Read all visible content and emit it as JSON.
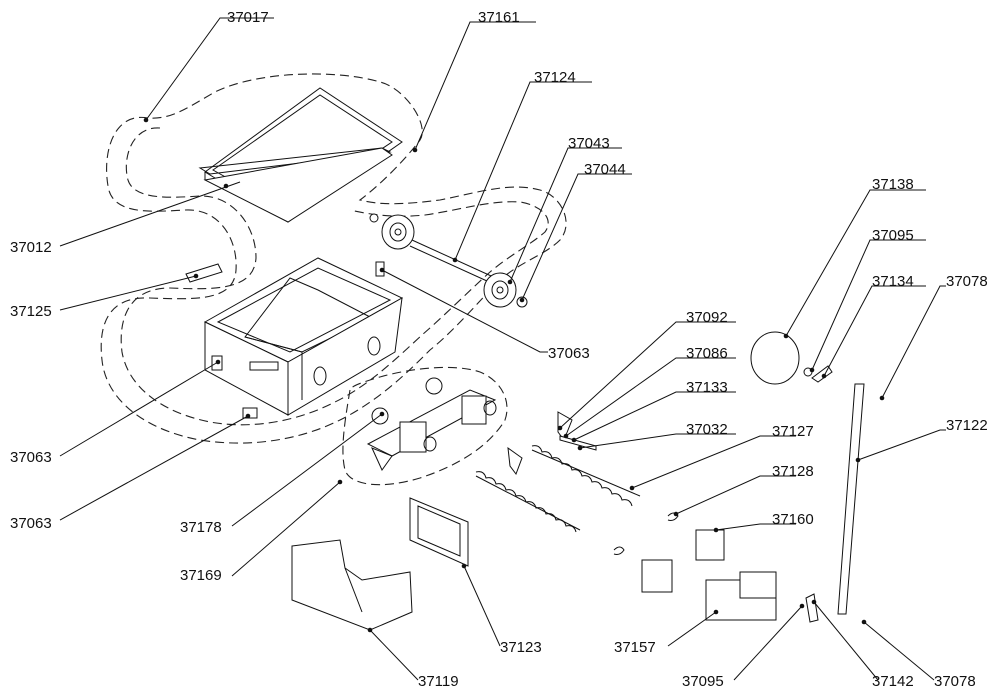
{
  "callouts": [
    {
      "id": "c37017",
      "label": "37017"
    },
    {
      "id": "c37161",
      "label": "37161"
    },
    {
      "id": "c37124",
      "label": "37124"
    },
    {
      "id": "c37043",
      "label": "37043"
    },
    {
      "id": "c37044",
      "label": "37044"
    },
    {
      "id": "c37012",
      "label": "37012"
    },
    {
      "id": "c37125",
      "label": "37125"
    },
    {
      "id": "c37063a",
      "label": "37063"
    },
    {
      "id": "c37063b",
      "label": "37063"
    },
    {
      "id": "c37063c",
      "label": "37063"
    },
    {
      "id": "c37138",
      "label": "37138"
    },
    {
      "id": "c37095a",
      "label": "37095"
    },
    {
      "id": "c37134",
      "label": "37134"
    },
    {
      "id": "c37078a",
      "label": "37078"
    },
    {
      "id": "c37092",
      "label": "37092"
    },
    {
      "id": "c37086",
      "label": "37086"
    },
    {
      "id": "c37133",
      "label": "37133"
    },
    {
      "id": "c37032",
      "label": "37032"
    },
    {
      "id": "c37127",
      "label": "37127"
    },
    {
      "id": "c37122",
      "label": "37122"
    },
    {
      "id": "c37128",
      "label": "37128"
    },
    {
      "id": "c37160",
      "label": "37160"
    },
    {
      "id": "c37178",
      "label": "37178"
    },
    {
      "id": "c37169",
      "label": "37169"
    },
    {
      "id": "c37123",
      "label": "37123"
    },
    {
      "id": "c37157",
      "label": "37157"
    },
    {
      "id": "c37119",
      "label": "37119"
    },
    {
      "id": "c37095b",
      "label": "37095"
    },
    {
      "id": "c37142",
      "label": "37142"
    },
    {
      "id": "c37078b",
      "label": "37078"
    }
  ]
}
